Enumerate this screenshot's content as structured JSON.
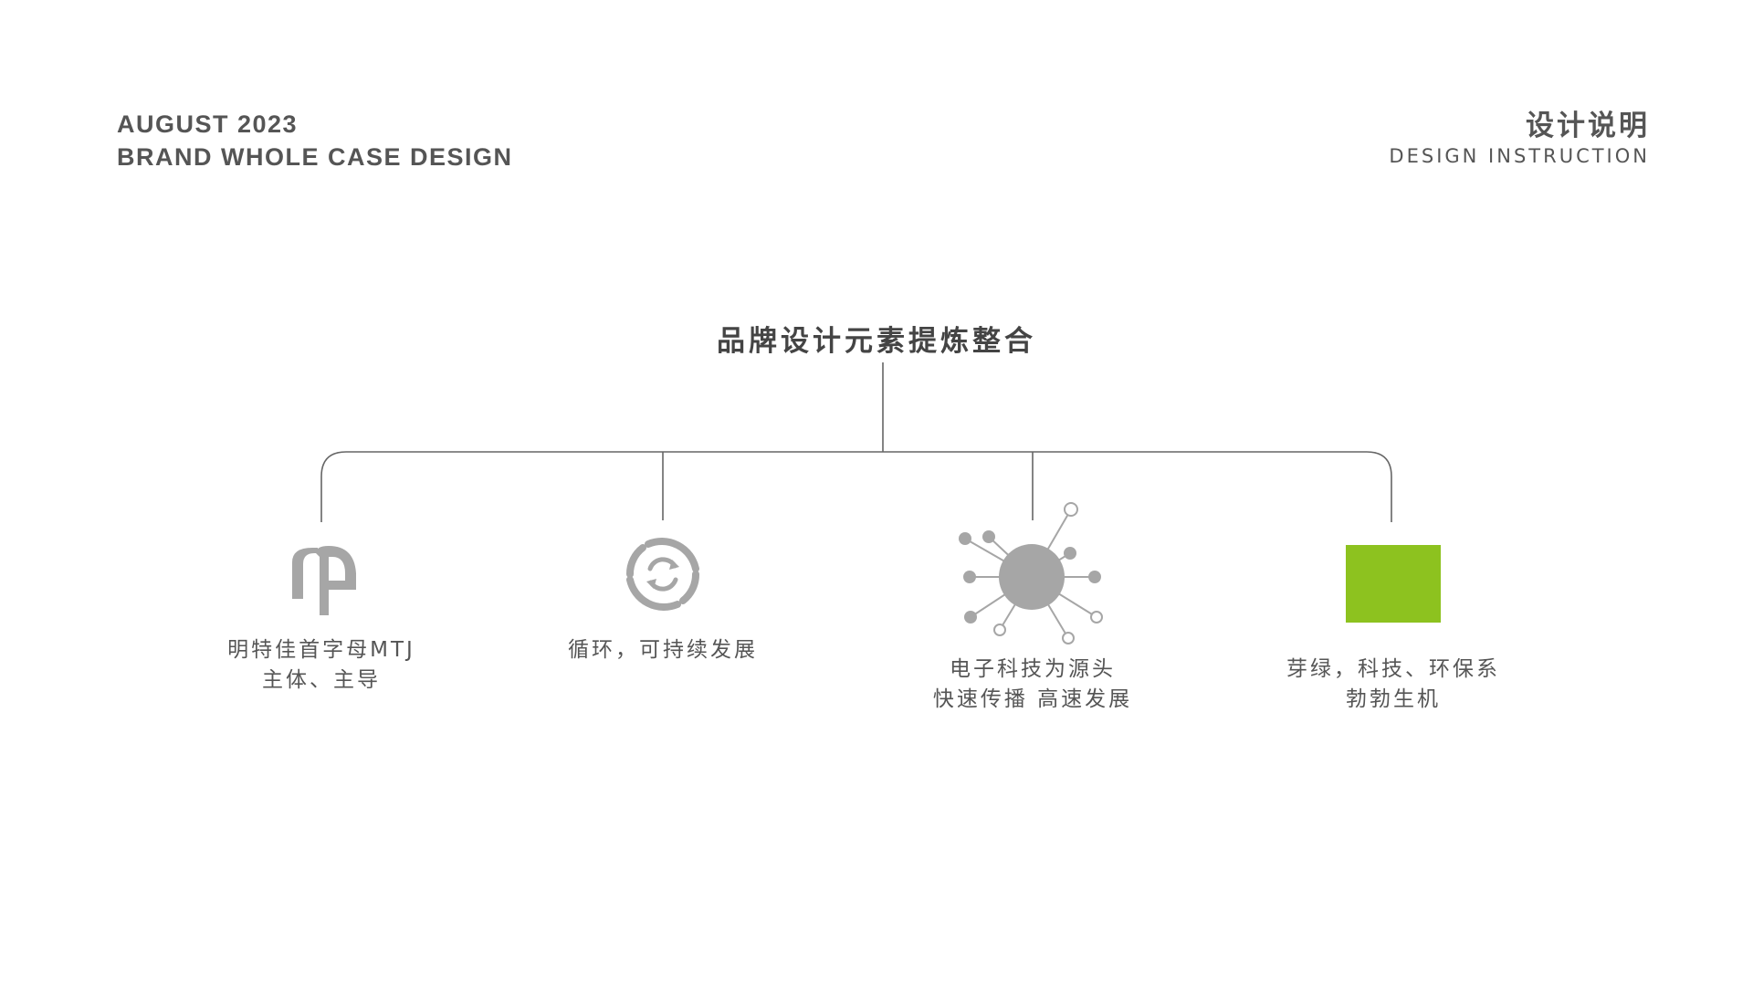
{
  "header": {
    "line1": "AUGUST  2023",
    "line2": "BRAND WHOLE CASE DESIGN",
    "title_cn": "设计说明",
    "title_en": "DESIGN INSTRUCTION"
  },
  "main_title": "品牌设计元素提炼整合",
  "items": [
    {
      "line1": "明特佳首字母MTJ",
      "line2": "主体、主导",
      "icon": "mtj-letter-icon"
    },
    {
      "line1": "循环，可持续发展",
      "line2": "",
      "icon": "cycle-icon"
    },
    {
      "line1": "电子科技为源头",
      "line2": "快速传播 高速发展",
      "icon": "network-node-icon"
    },
    {
      "line1": "芽绿，科技、环保系",
      "line2": "勃勃生机",
      "icon": "green-swatch"
    }
  ],
  "colors": {
    "text": "#555555",
    "line": "#666666",
    "icon_gray": "#a6a6a6",
    "brand_green": "#8dc21f"
  }
}
